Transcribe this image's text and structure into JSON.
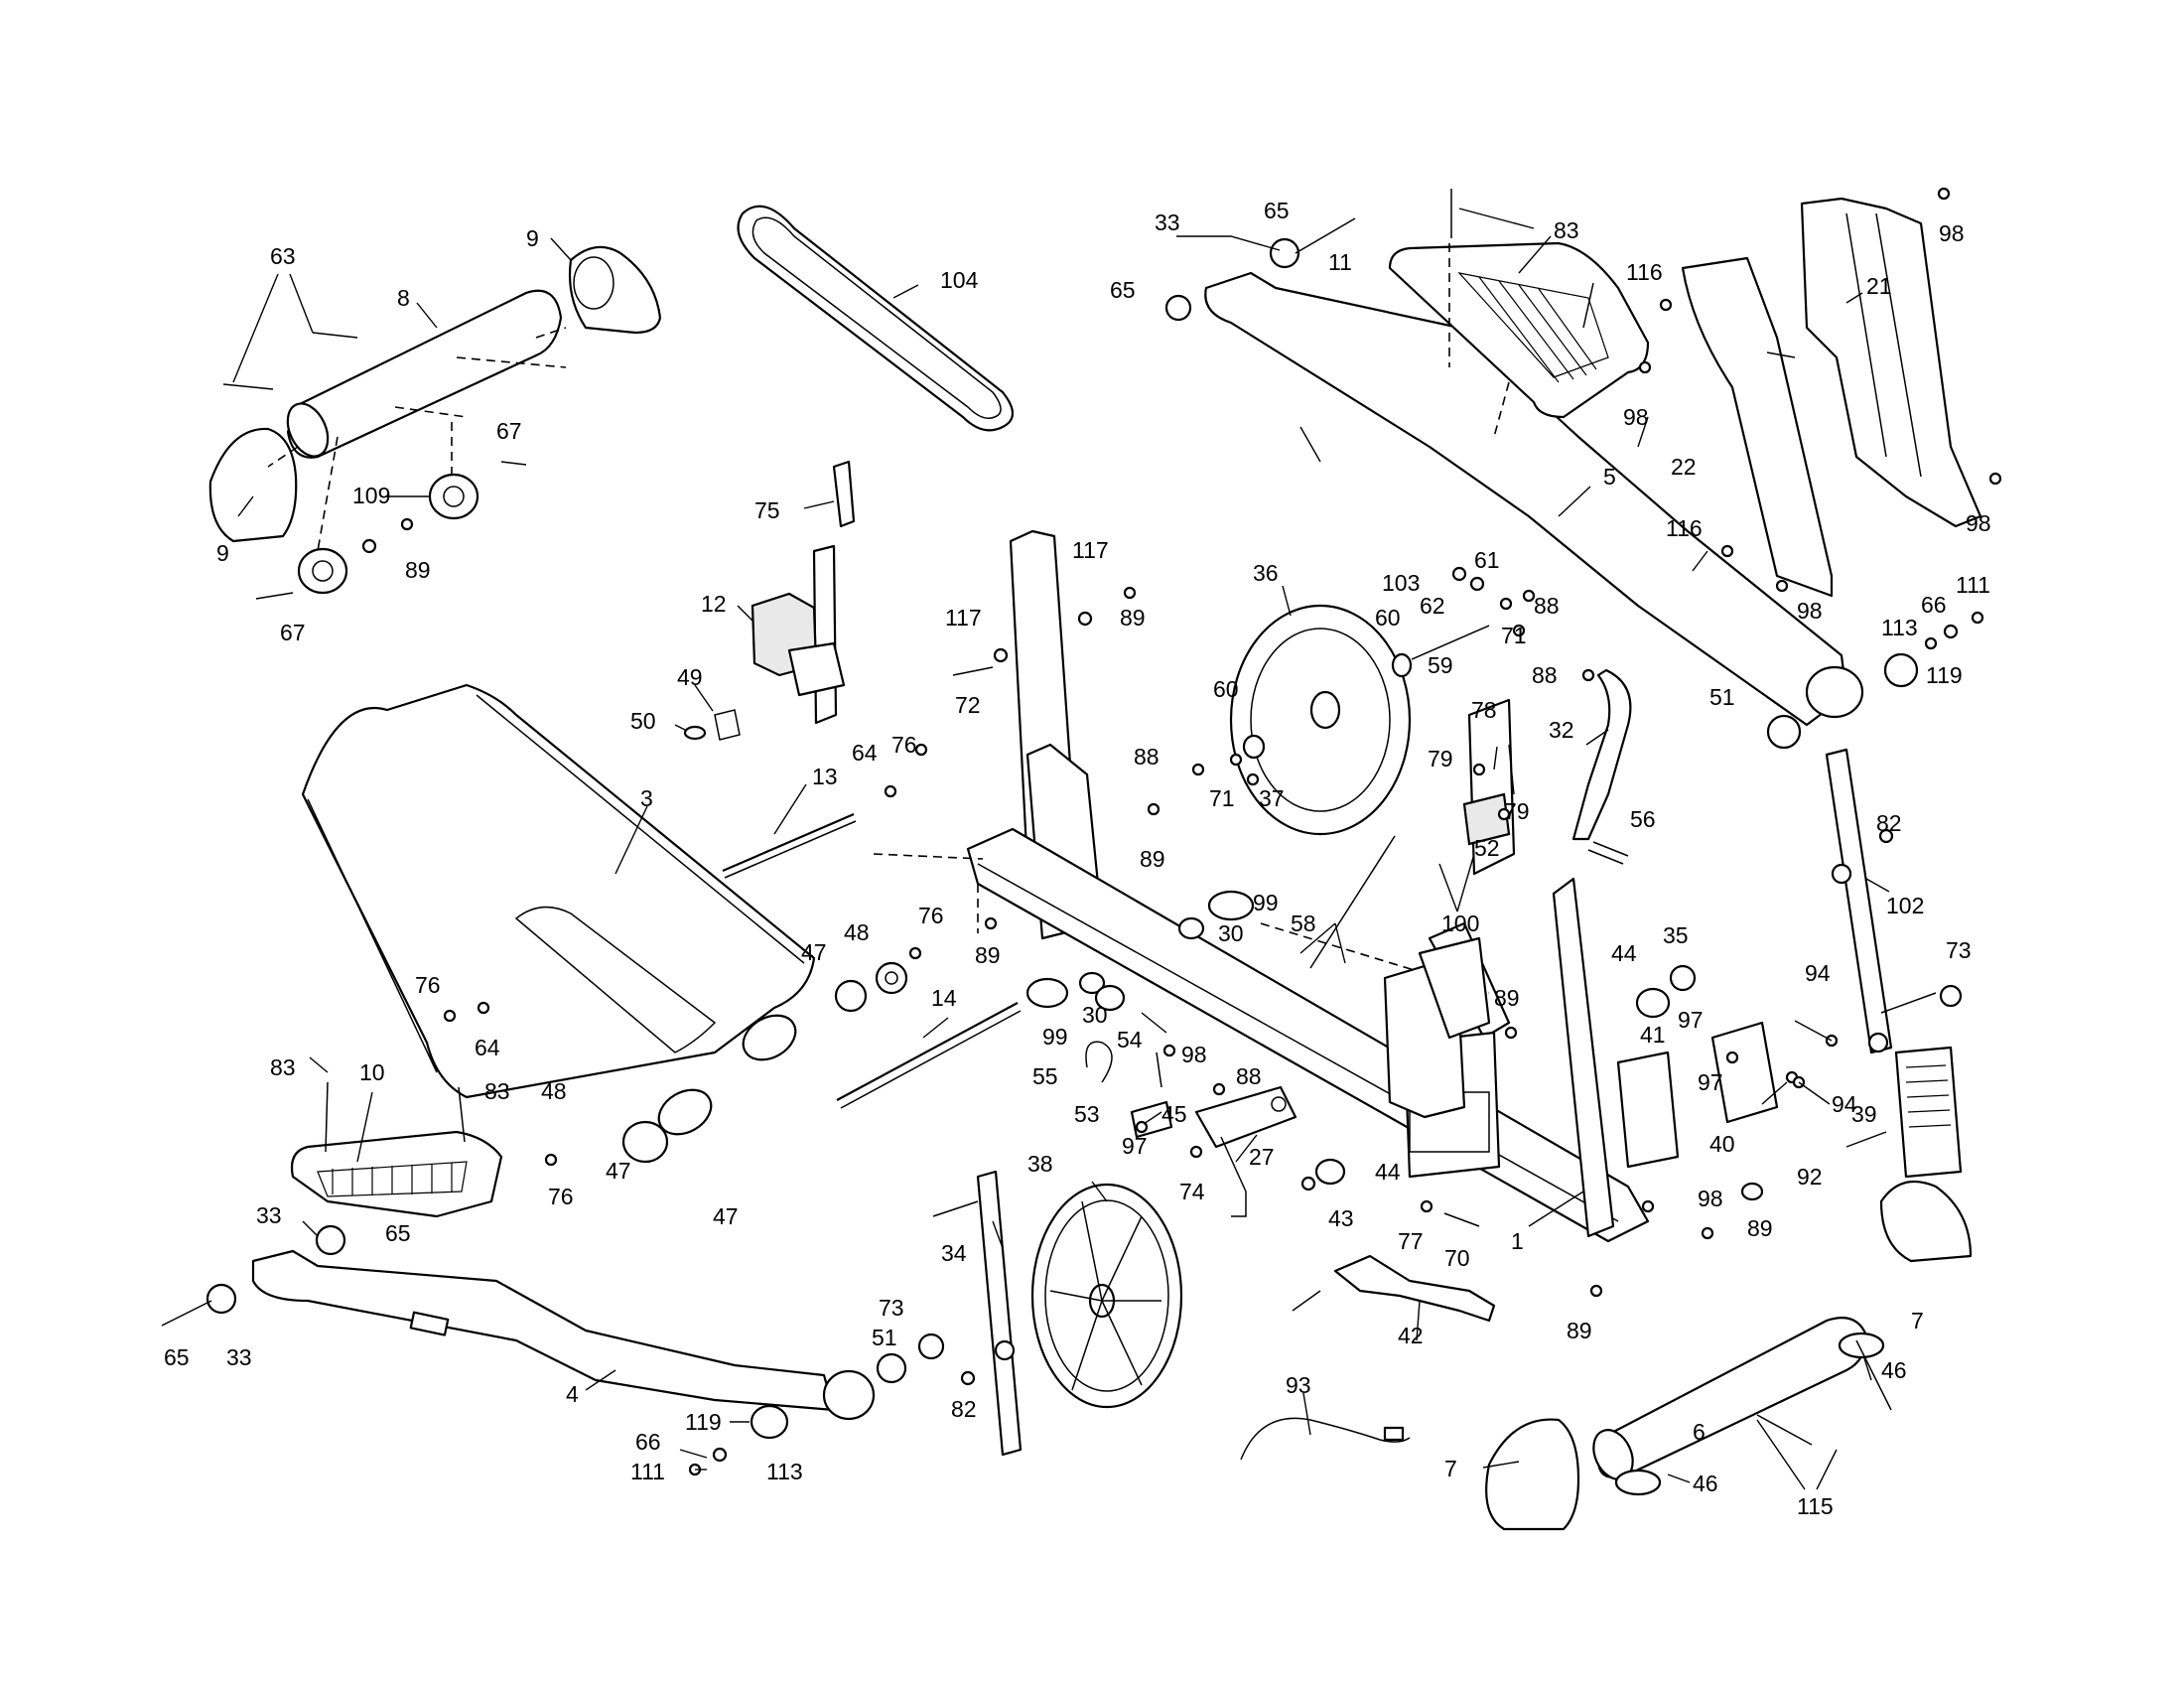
{
  "labels": {
    "l63": "63",
    "l9a": "9",
    "l8": "8",
    "l9b": "9",
    "l67a": "67",
    "l109": "109",
    "l89a": "89",
    "l67b": "67",
    "l104": "104",
    "l75": "75",
    "l12": "12",
    "l49": "49",
    "l50": "50",
    "l13": "13",
    "l64a": "64",
    "l76a": "76",
    "l3": "3",
    "l76b": "76",
    "l64b": "64",
    "l48a": "48",
    "l47a": "47",
    "l76c": "76",
    "l89b": "89",
    "l33a": "33",
    "l65a": "65",
    "l65b": "65",
    "l11": "11",
    "l83a": "83",
    "l116a": "116",
    "l98a": "98",
    "l21": "21",
    "l98b": "98",
    "l22": "22",
    "l5": "5",
    "l98c": "98",
    "l116b": "116",
    "l98d": "98",
    "l117a": "117",
    "l89c": "89",
    "l117b": "117",
    "l72": "72",
    "l36": "36",
    "l103": "103",
    "l62": "62",
    "l61": "61",
    "l88a": "88",
    "l60a": "60",
    "l59": "59",
    "l71a": "71",
    "l111a": "111",
    "l66a": "66",
    "l113a": "113",
    "l119a": "119",
    "l51a": "51",
    "l88b": "88",
    "l32": "32",
    "l78": "78",
    "l79a": "79",
    "l79b": "79",
    "l60b": "60",
    "l88c": "88",
    "l71b": "71",
    "l37": "37",
    "l89d": "89",
    "l52": "52",
    "l56": "56",
    "l82a": "82",
    "l102": "102",
    "l99a": "99",
    "l30a": "30",
    "l58": "58",
    "l100": "100",
    "l73a": "73",
    "l35": "35",
    "l44a": "44",
    "l94a": "94",
    "l89e": "89",
    "l99b": "99",
    "l30b": "30",
    "l54": "54",
    "l98e": "98",
    "l55": "55",
    "l88d": "88",
    "l41": "41",
    "l97a": "97",
    "l97b": "97",
    "l94b": "94",
    "l39": "39",
    "l40": "40",
    "l53": "53",
    "l45": "45",
    "l97c": "97",
    "l27": "27",
    "l74": "74",
    "l14": "14",
    "l83b": "83",
    "l10": "10",
    "l83c": "83",
    "l48b": "48",
    "l47b": "47",
    "l76d": "76",
    "l47c": "47",
    "l33b": "33",
    "l65c": "65",
    "l65d": "65",
    "l33c": "33",
    "l4": "4",
    "l73b": "73",
    "l51b": "51",
    "l34": "34",
    "l82b": "82",
    "l38": "38",
    "l44b": "44",
    "l43": "43",
    "l77": "77",
    "l70": "70",
    "l98f": "98",
    "l1": "1",
    "l89f": "89",
    "l92": "92",
    "l7a": "7",
    "l89g": "89",
    "l42": "42",
    "l46a": "46",
    "l7b": "7",
    "l6": "6",
    "l46b": "46",
    "l115": "115",
    "l93": "93",
    "l119b": "119",
    "l66b": "66",
    "l111b": "111",
    "l113b": "113"
  }
}
